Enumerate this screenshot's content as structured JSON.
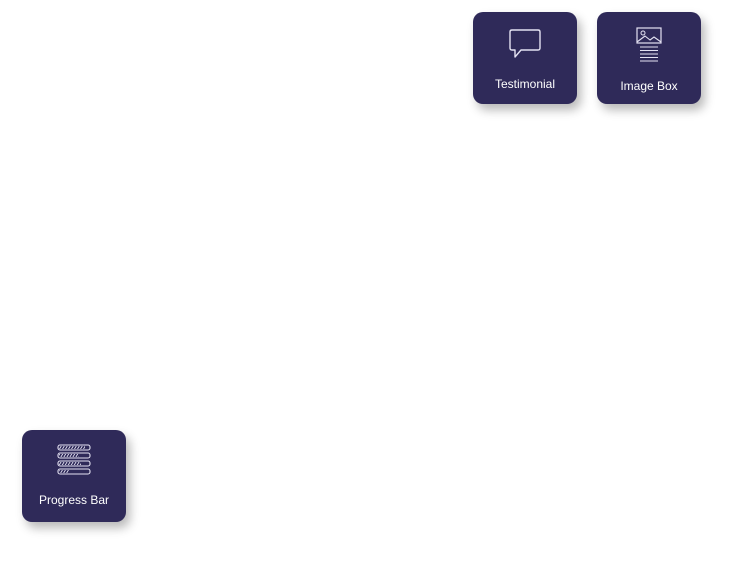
{
  "colors": {
    "card_background": "#2f2a59",
    "card_text": "#ffffff",
    "icon_stroke": "#e4e2f2",
    "page_background": "#ffffff"
  },
  "widgets": [
    {
      "id": "testimonial",
      "label": "Testimonial",
      "icon": "speech-bubble-icon"
    },
    {
      "id": "image-box",
      "label": "Image Box",
      "icon": "image-box-icon"
    },
    {
      "id": "progress-bar",
      "label": "Progress Bar",
      "icon": "progress-bars-icon"
    }
  ]
}
